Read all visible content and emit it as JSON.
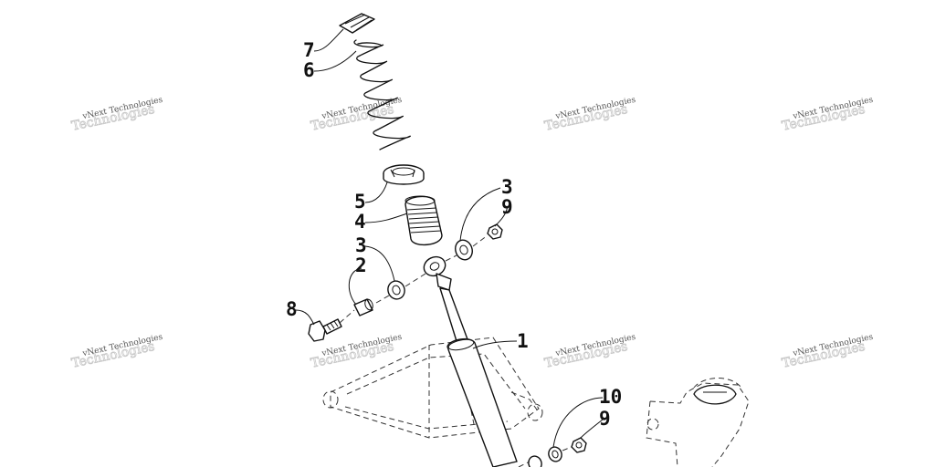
{
  "watermark": {
    "text": "vNext Technologies",
    "ghost_text": "Technologies"
  },
  "callouts": {
    "c7": "7",
    "c6": "6",
    "c5": "5",
    "c4": "4",
    "c3a": "3",
    "c9a": "9",
    "c3b": "3",
    "c2": "2",
    "c8": "8",
    "c1": "1",
    "c10": "10",
    "c9b": "9"
  },
  "colors": {
    "ink": "#111111",
    "background": "#ffffff",
    "watermark": "#555555"
  }
}
